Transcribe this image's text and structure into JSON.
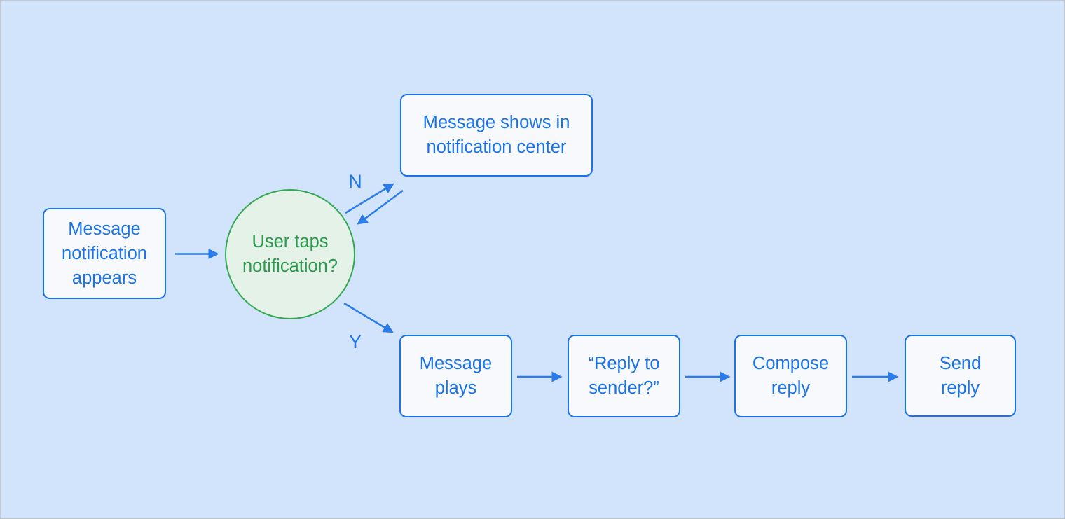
{
  "canvas": {
    "background": "#d2e3fc",
    "frame_border": "#c7c9cd"
  },
  "palette": {
    "bg": "#d2e3fc",
    "frame": "#c7c9cd",
    "node_border": "#1a73e8",
    "node_text": "#1a73e8",
    "node_fill": "#f7f9fc",
    "arrow": "#2b7ce9",
    "decision_border": "#34a853",
    "decision_text": "#2c9a4e",
    "decision_fill": "#e5f2e8"
  },
  "nodes": {
    "start": {
      "label": "Message\nnotification\nappears"
    },
    "decision": {
      "label": "User taps\nnotification?"
    },
    "notification_center": {
      "label": "Message shows in\nnotification center"
    },
    "message_plays": {
      "label": "Message\nplays"
    },
    "reply_prompt": {
      "label": "“Reply to\nsender?”"
    },
    "compose_reply": {
      "label": "Compose\nreply"
    },
    "send_reply": {
      "label": "Send\nreply"
    }
  },
  "edge_labels": {
    "no": "N",
    "yes": "Y"
  }
}
